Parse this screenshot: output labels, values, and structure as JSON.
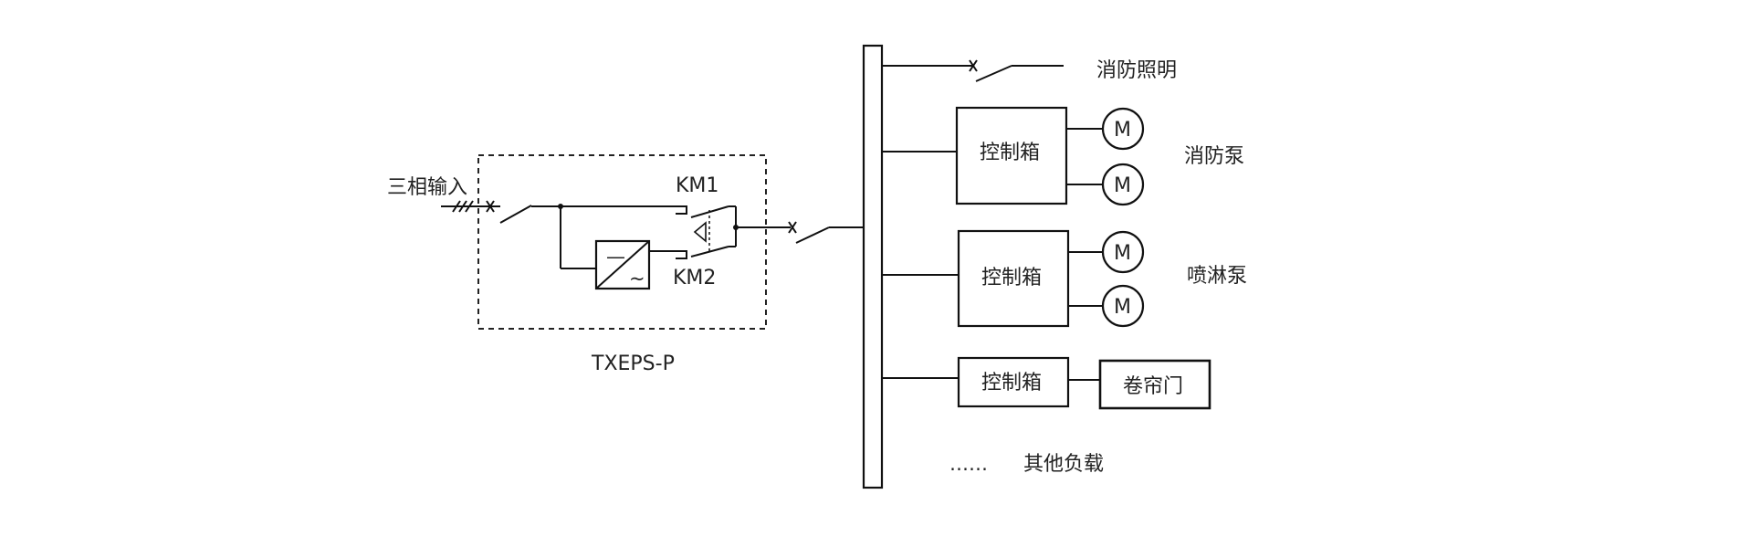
{
  "diagram": {
    "input_label": "三相输入",
    "contactor_1": "KM1",
    "contactor_2": "KM2",
    "inverter_dc": "—",
    "inverter_ac": "~",
    "eps_label": "TXEPS-P",
    "branches": [
      {
        "load": "消防照明"
      },
      {
        "box": "控制箱",
        "motors": [
          "M",
          "M"
        ],
        "load": "消防泵"
      },
      {
        "box": "控制箱",
        "motors": [
          "M",
          "M"
        ],
        "load": "喷淋泵"
      },
      {
        "box": "控制箱",
        "device": "卷帘门"
      }
    ],
    "other_ellipsis": "……",
    "other_loads": "其他负载"
  }
}
